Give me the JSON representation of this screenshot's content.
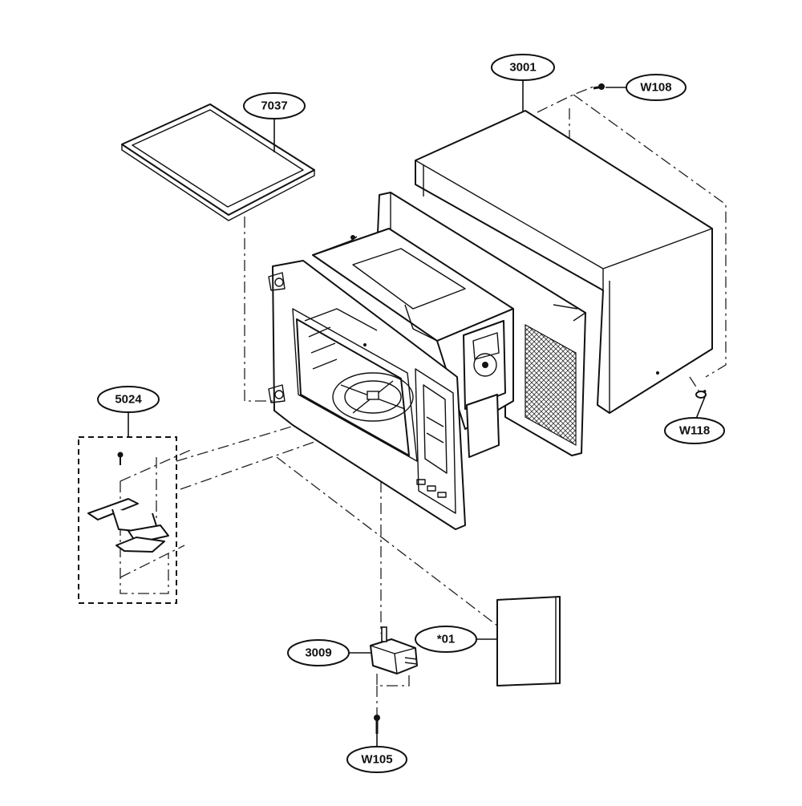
{
  "diagram": {
    "callouts": [
      {
        "id": "c3001",
        "label": "3001"
      },
      {
        "id": "cW108",
        "label": "W108"
      },
      {
        "id": "c7037",
        "label": "7037"
      },
      {
        "id": "cW118",
        "label": "W118"
      },
      {
        "id": "c5024",
        "label": "5024"
      },
      {
        "id": "c3009",
        "label": "3009"
      },
      {
        "id": "c01",
        "label": "*01"
      },
      {
        "id": "cW105",
        "label": "W105"
      }
    ]
  }
}
